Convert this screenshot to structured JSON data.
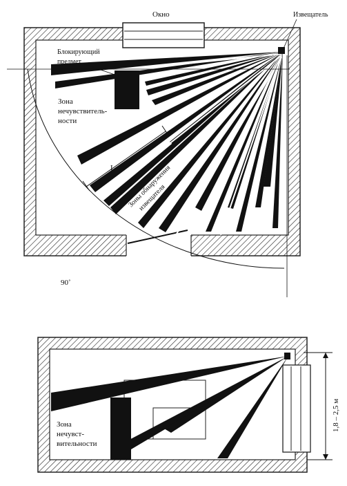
{
  "top_view": {
    "window_label": "Окно",
    "detector_label": "Извещатель",
    "blocking_object_label_line1": "Блокирующий",
    "blocking_object_label_line2": "предмет",
    "insensitive_zone_label_line1": "Зона",
    "insensitive_zone_label_line2": "нечувствитель-",
    "insensitive_zone_label_line3": "ности",
    "length_label": "L",
    "detection_zones_label_line1": "Зоны обнаружения",
    "detection_zones_label_line2": "извещателя",
    "angle_label": "90˚"
  },
  "side_view": {
    "insensitive_zone_label_line1": "Зона",
    "insensitive_zone_label_line2": "нечувст-",
    "insensitive_zone_label_line3": "вительности",
    "height_label": "1,8 – 2,5 м"
  },
  "colors": {
    "ink": "#111111",
    "paper": "#ffffff"
  }
}
